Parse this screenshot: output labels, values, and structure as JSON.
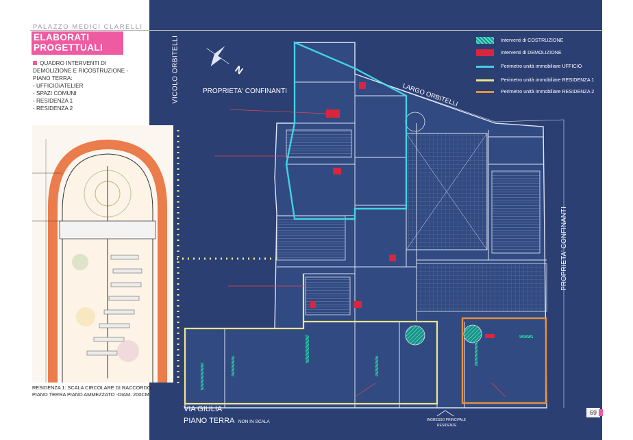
{
  "header": {
    "project_name": "PALAZZO MEDICI CLARELLI",
    "title_line1": "ELABORATI",
    "title_line2": "PROGETTUALI"
  },
  "intro": {
    "heading": "QUADRO INTERVENTI DI DEMOLIZIONE E RICOSTRUZIONE - PIANO TERRA:",
    "items": [
      "- UFFICIO/ATELIER",
      "- SPAZI COMUNI",
      "- RESIDENZA 1",
      "- RESIDENZA 2"
    ]
  },
  "sketch": {
    "caption_line1": "RESIDENZA 1: SCALA CIRCOLARE DI RACCORDO",
    "caption_line2": "PIANO TERRA PIANO AMMEZZATO -DIAM. 200CM"
  },
  "legend": [
    {
      "label": "Interventi di COSTRUZIONE",
      "color": "#2fc7b3",
      "kind": "hatch"
    },
    {
      "label": "Interventi di DEMOLIZIONE",
      "color": "#d7263d",
      "kind": "fill"
    },
    {
      "label": "Perimetro unità immobiliare UFFICIO",
      "color": "#41d3e6",
      "kind": "line"
    },
    {
      "label": "Perimetro unità immobiliare RESIDENZA 1",
      "color": "#f0e58a",
      "kind": "line"
    },
    {
      "label": "Perimetro unità immobiliare RESIDENZA 2",
      "color": "#e8913a",
      "kind": "line"
    }
  ],
  "plan": {
    "vicolo": "VICOLO ORBITELLI",
    "largo": "LARGO ORBITELLI",
    "confinanti_left": "PROPRIETA' CONFINANTI",
    "confinanti_right": "PROPRIETA' CONFINANTI",
    "via_giulia": "VIA GIULIA",
    "piano_terra": "PIANO TERRA",
    "scale_note": "NON IN SCALA",
    "ingresso": "INGRESSO PRINCIPALE",
    "residenze": "RESIDENZE",
    "north": "N"
  },
  "page": {
    "number": "69"
  }
}
